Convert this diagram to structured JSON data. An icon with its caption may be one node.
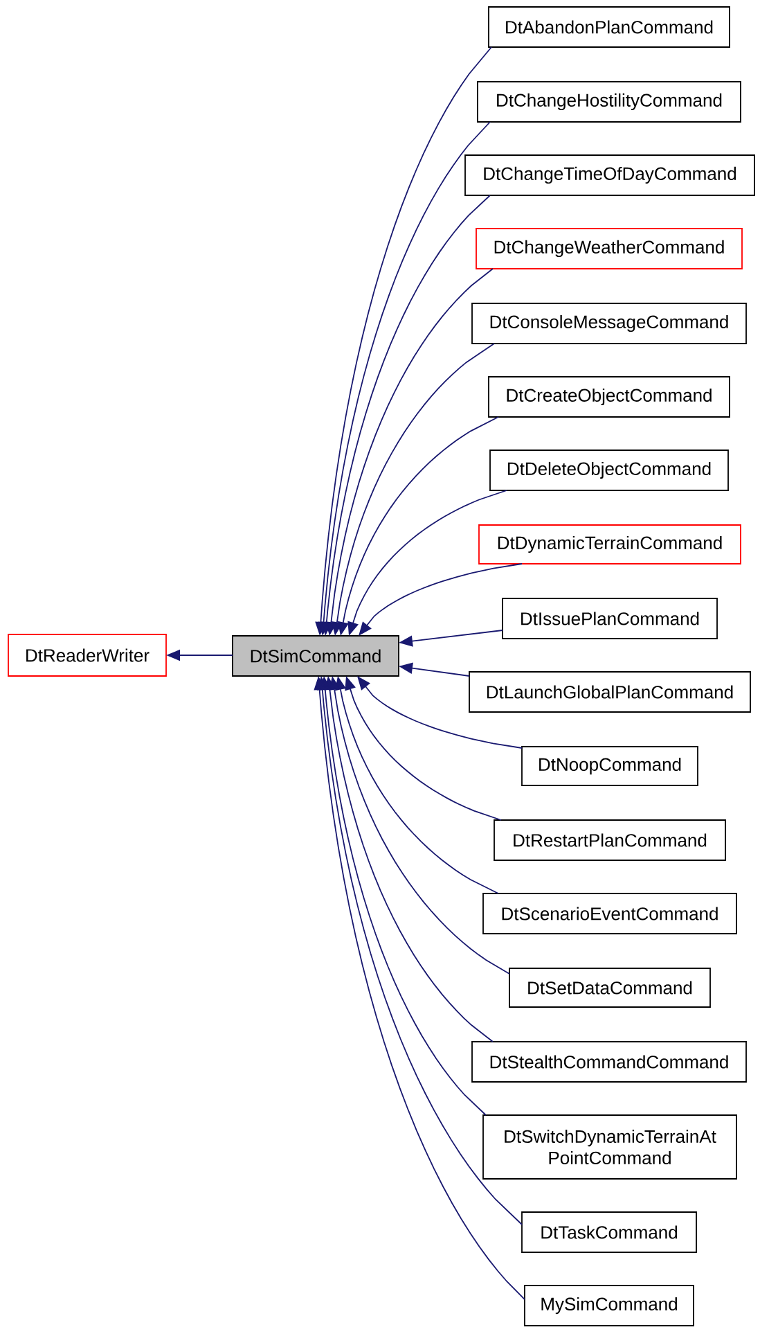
{
  "diagram": {
    "nodes": [
      {
        "text": [
          "DtReaderWriter"
        ]
      },
      {
        "text": [
          "DtSimCommand"
        ]
      },
      {
        "text": [
          "DtAbandonPlanCommand"
        ]
      },
      {
        "text": [
          "DtChangeHostilityCommand"
        ]
      },
      {
        "text": [
          "DtChangeTimeOfDayCommand"
        ]
      },
      {
        "text": [
          "DtChangeWeatherCommand"
        ]
      },
      {
        "text": [
          "DtConsoleMessageCommand"
        ]
      },
      {
        "text": [
          "DtCreateObjectCommand"
        ]
      },
      {
        "text": [
          "DtDeleteObjectCommand"
        ]
      },
      {
        "text": [
          "DtDynamicTerrainCommand"
        ]
      },
      {
        "text": [
          "DtIssuePlanCommand"
        ]
      },
      {
        "text": [
          "DtLaunchGlobalPlanCommand"
        ]
      },
      {
        "text": [
          "DtNoopCommand"
        ]
      },
      {
        "text": [
          "DtRestartPlanCommand"
        ]
      },
      {
        "text": [
          "DtScenarioEventCommand"
        ]
      },
      {
        "text": [
          "DtSetDataCommand"
        ]
      },
      {
        "text": [
          "DtStealthCommandCommand"
        ]
      },
      {
        "text": [
          "DtSwitchDynamicTerrainAt PointCommand"
        ]
      },
      {
        "text": [
          "DtTaskCommand"
        ]
      },
      {
        "text": [
          "MySimCommand"
        ]
      }
    ],
    "edges": [
      {
        "from": 1,
        "to": 0,
        "arrow": "to"
      },
      {
        "from": 2,
        "to": 1,
        "arrow": "to"
      },
      {
        "from": 3,
        "to": 1,
        "arrow": "to"
      },
      {
        "from": 4,
        "to": 1,
        "arrow": "to"
      },
      {
        "from": 5,
        "to": 1,
        "arrow": "to"
      },
      {
        "from": 6,
        "to": 1,
        "arrow": "to"
      },
      {
        "from": 7,
        "to": 1,
        "arrow": "to"
      },
      {
        "from": 8,
        "to": 1,
        "arrow": "to"
      },
      {
        "from": 9,
        "to": 1,
        "arrow": "to"
      },
      {
        "from": 10,
        "to": 1,
        "arrow": "to"
      },
      {
        "from": 11,
        "to": 1,
        "arrow": "to"
      },
      {
        "from": 12,
        "to": 1,
        "arrow": "to"
      },
      {
        "from": 13,
        "to": 1,
        "arrow": "to"
      },
      {
        "from": 14,
        "to": 1,
        "arrow": "to"
      },
      {
        "from": 15,
        "to": 1,
        "arrow": "to"
      },
      {
        "from": 16,
        "to": 1,
        "arrow": "to"
      },
      {
        "from": 17,
        "to": 1,
        "arrow": "to"
      },
      {
        "from": 18,
        "to": 1,
        "arrow": "to"
      },
      {
        "from": 19,
        "to": 1,
        "arrow": "to"
      }
    ]
  }
}
